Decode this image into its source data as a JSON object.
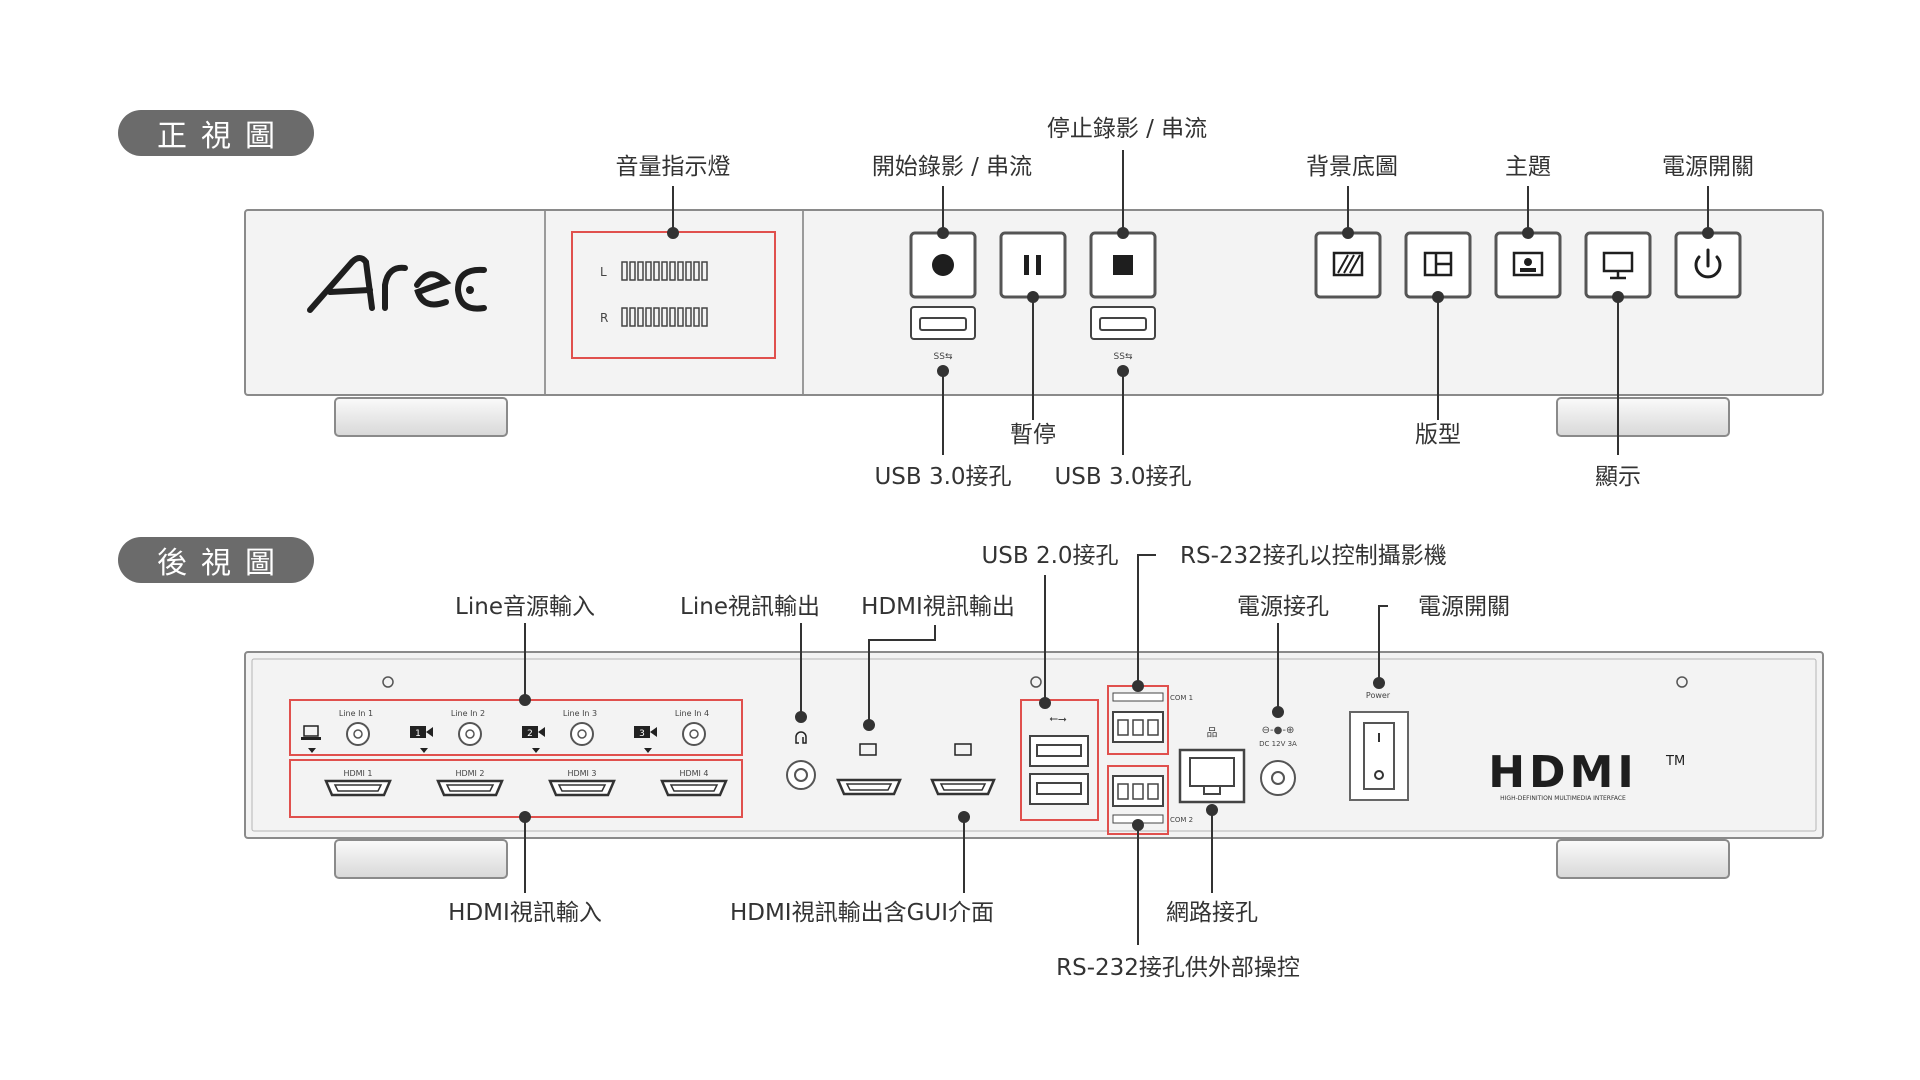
{
  "sections": {
    "front": "正視圖",
    "rear": "後視圖"
  },
  "front": {
    "brand_logo": "Arec",
    "meter_channels": [
      "L",
      "R"
    ],
    "labels": {
      "vu_meter": "音量指示燈",
      "start_record": "開始錄影 / 串流",
      "stop_record": "停止錄影 / 串流",
      "pause": "暫停",
      "usb3_left": "USB 3.0接孔",
      "usb3_right": "USB 3.0接孔",
      "background": "背景底圖",
      "layout": "版型",
      "theme": "主題",
      "display": "顯示",
      "power_switch": "電源開關"
    }
  },
  "rear": {
    "labels": {
      "line_in": "Line音源輸入",
      "line_out": "Line視訊輸出",
      "hdmi_out": "HDMI視訊輸出",
      "usb2": "USB 2.0接孔",
      "rs232_camera": "RS-232接孔以控制攝影機",
      "power_jack": "電源接孔",
      "power_switch": "電源開關",
      "hdmi_in": "HDMI視訊輸入",
      "hdmi_out_gui": "HDMI視訊輸出含GUI介面",
      "network": "網路接孔",
      "rs232_external": "RS-232接孔供外部操控"
    },
    "port_labels": {
      "line_in": [
        "Line In 1",
        "Line In 2",
        "Line In 3",
        "Line In 4"
      ],
      "hdmi_in": [
        "HDMI 1",
        "HDMI 2",
        "HDMI 3",
        "HDMI 4"
      ],
      "input_badges": [
        "",
        "1",
        "2",
        "3"
      ],
      "com1": "COM 1",
      "com2": "COM 2",
      "dc": "DC 12V 3A",
      "power": "Power"
    },
    "hdmi_logo": "HDMI",
    "hdmi_tm": "TM",
    "hdmi_tagline": "HIGH-DEFINITION MULTIMEDIA INTERFACE"
  },
  "colors": {
    "highlight": "#e0504d",
    "panel_fill": "#f3f3f3",
    "panel_stroke": "#8a8a8a",
    "pill_fill": "#6b6b6b",
    "text": "#333333"
  }
}
